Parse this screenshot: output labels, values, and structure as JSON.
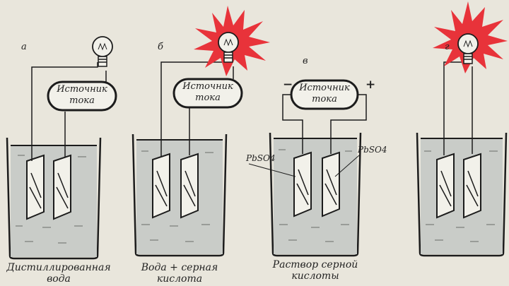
{
  "panels": [
    {
      "letter": "а",
      "source": {
        "line1": "Источник",
        "line2": "тока"
      },
      "caption": {
        "line1": "Дистиллированная",
        "line2": "вода"
      },
      "lamp_lit": false
    },
    {
      "letter": "б",
      "source": {
        "line1": "Источник",
        "line2": "тока"
      },
      "caption": {
        "line1": "Вода + серная",
        "line2": "кислота"
      },
      "lamp_lit": true
    },
    {
      "letter": "в",
      "source": {
        "line1": "Источник",
        "line2": "тока"
      },
      "caption": {
        "line1": "Раствор серной",
        "line2": "кислоты"
      },
      "lamp_lit": false,
      "minus": "−",
      "plus": "+",
      "plate_labels": [
        "PbSO4",
        "PbSO4"
      ]
    },
    {
      "letter": "г",
      "lamp_lit": true
    }
  ],
  "colors": {
    "paper": "#e9e6dc",
    "ink": "#1c1c1c",
    "water": "#c9ccc8",
    "flash": "#e8333a",
    "glass": "#f2f1ea"
  }
}
